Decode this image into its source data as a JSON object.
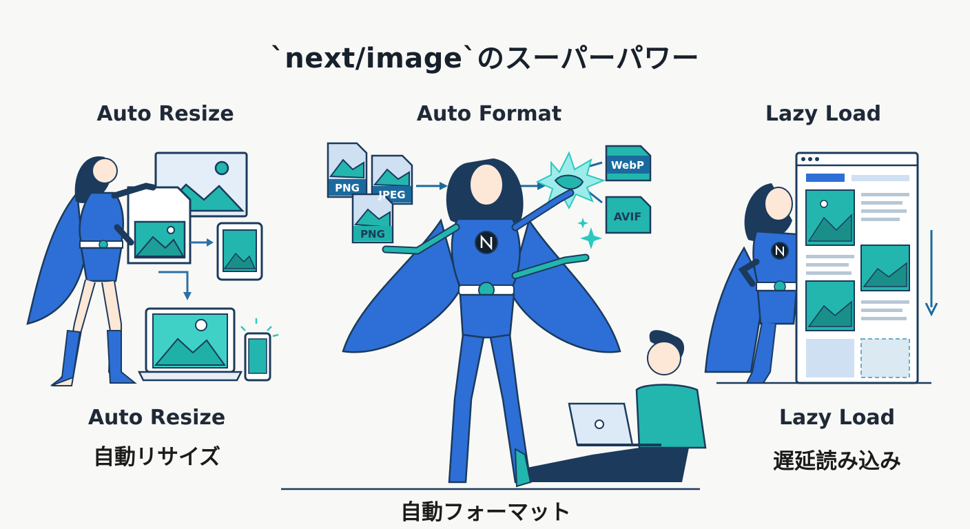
{
  "title": "`next/image`のスーパーパワー",
  "sections": {
    "resize": {
      "heading": "Auto Resize",
      "caption": "Auto Resize",
      "subcaption": "自動リサイズ"
    },
    "format": {
      "heading": "Auto Format",
      "subcaption": "自動フォーマット",
      "input_formats": [
        "PNG",
        "JPEG",
        "PNG"
      ],
      "output_formats": [
        "WebP",
        "AVIF"
      ]
    },
    "lazy": {
      "heading": "Lazy Load",
      "caption": "Lazy Load",
      "subcaption": "遅延読み込み"
    }
  },
  "colors": {
    "primary_blue": "#2f6fd6",
    "teal": "#22b8b0",
    "navy": "#1b3a5c",
    "light_blue": "#cfe0f2"
  }
}
